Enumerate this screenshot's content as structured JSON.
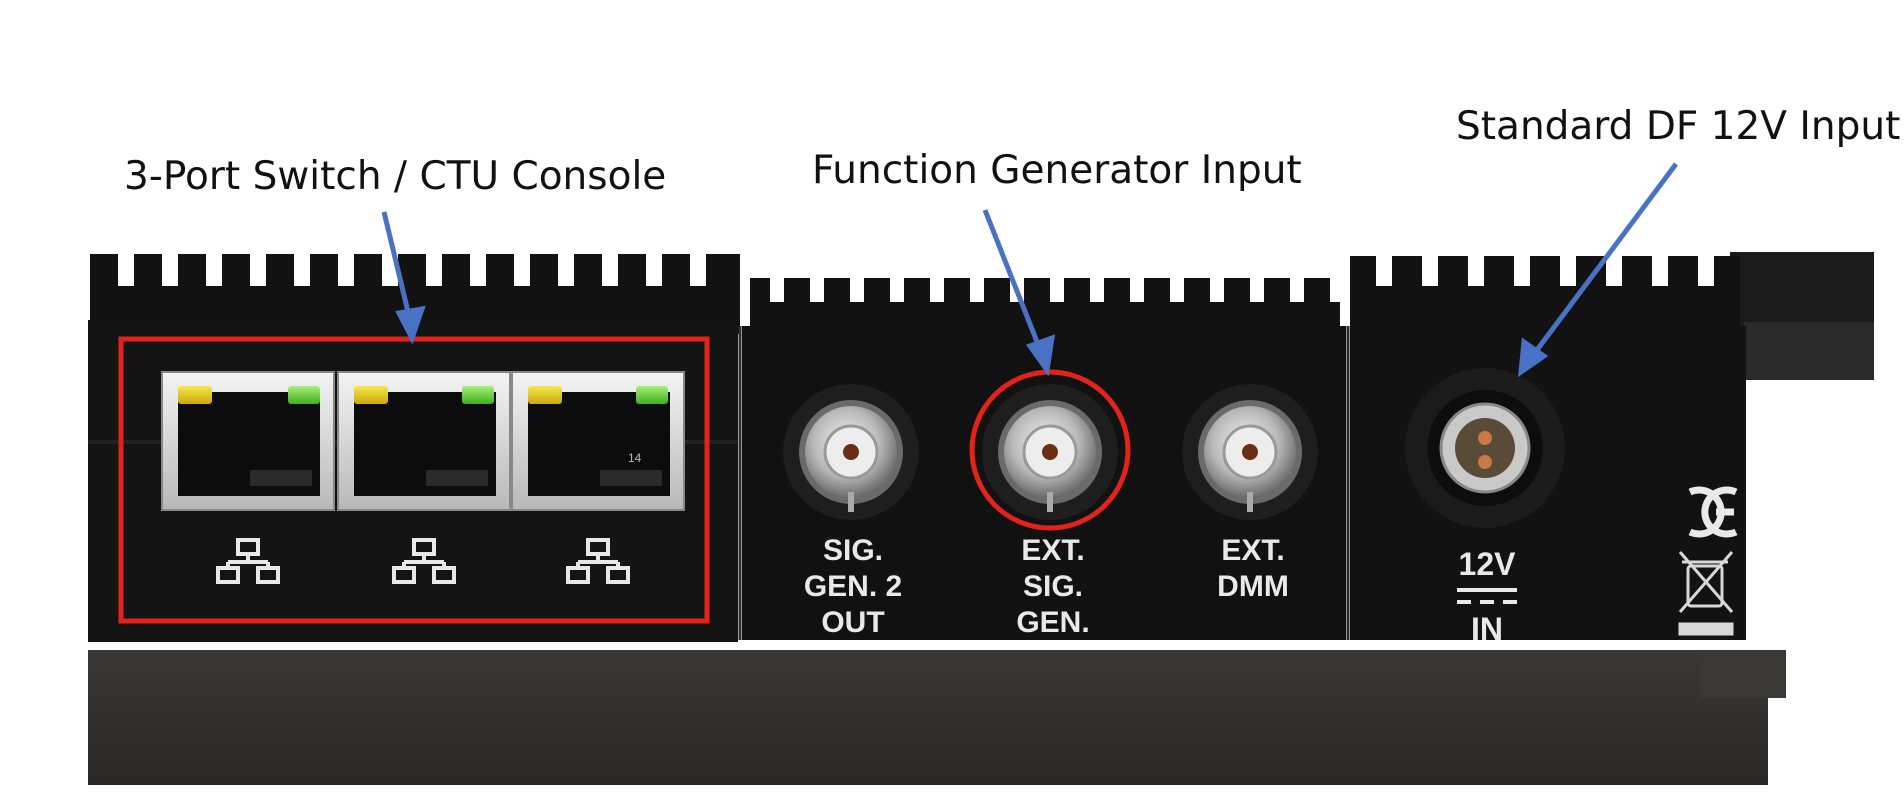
{
  "callouts": {
    "switch": "3-Port Switch / CTU Console",
    "function_gen": "Function Generator Input",
    "power": "Standard DF 12V Input"
  },
  "ports": {
    "sig_gen2": [
      "SIG.",
      "GEN. 2",
      "OUT"
    ],
    "ext_sig_gen": [
      "EXT.",
      "SIG.",
      "GEN."
    ],
    "ext_dmm": [
      "EXT.",
      "DMM"
    ],
    "power": [
      "12V",
      "IN"
    ],
    "rj45_label": "14"
  },
  "colors": {
    "arrow": "#4a72c4",
    "highlight": "#e2231a",
    "device": "#141414",
    "led_yellow": "#e6d21c",
    "led_green": "#6fd93a"
  },
  "icons": [
    "ethernet-icon",
    "ce-mark-icon",
    "weee-bin-icon",
    "dc-symbol-icon"
  ]
}
